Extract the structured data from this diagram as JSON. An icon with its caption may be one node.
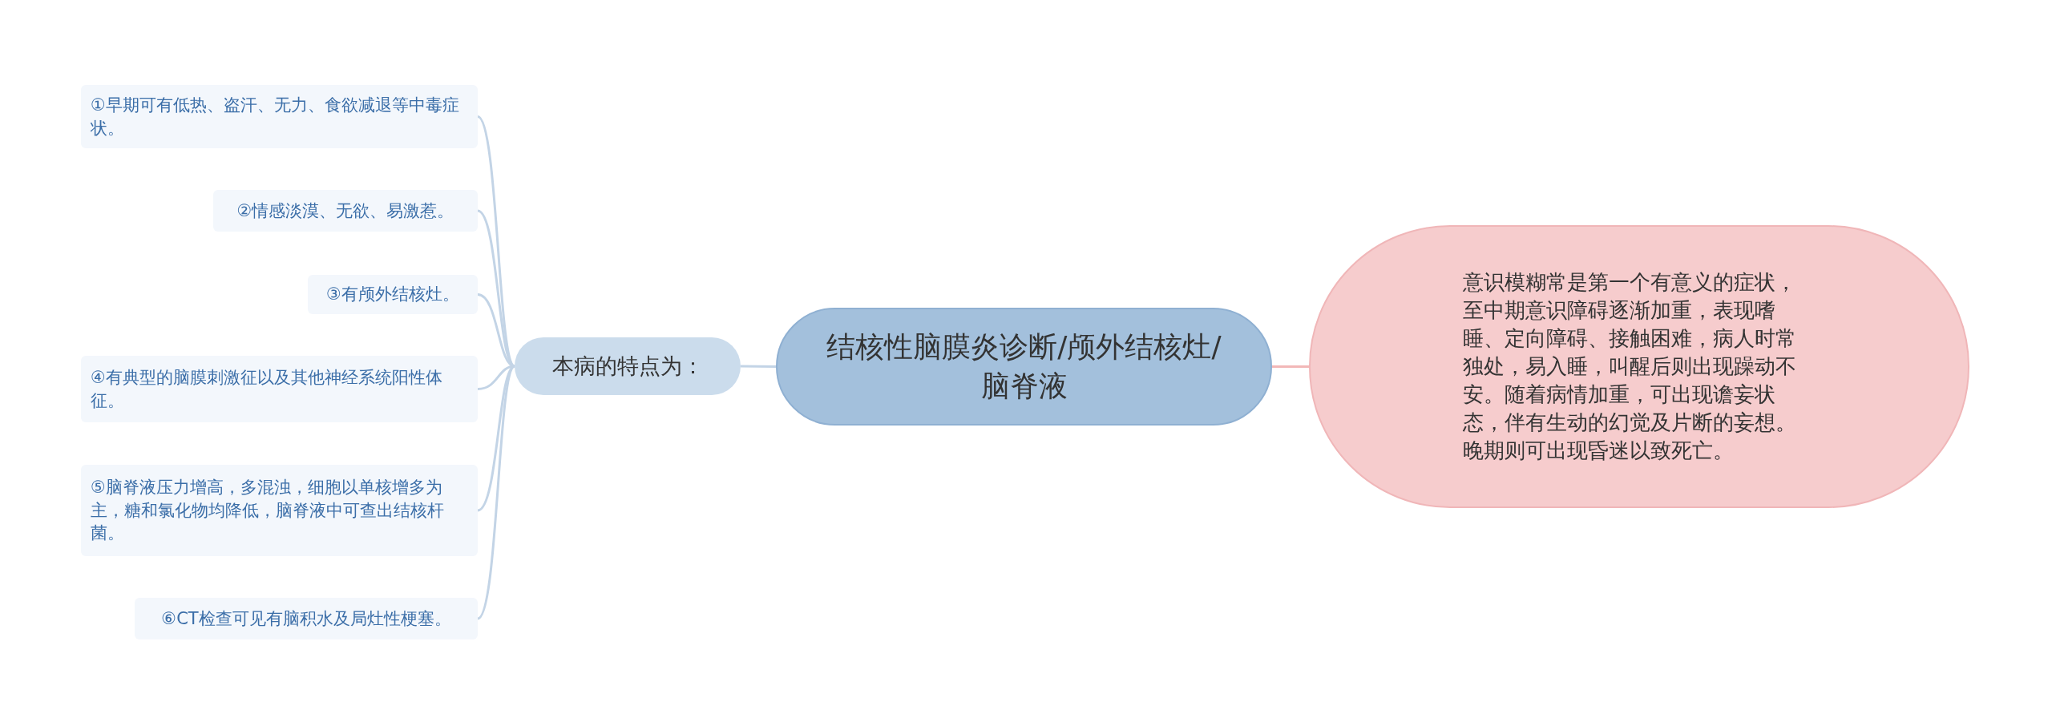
{
  "diagram": {
    "nodes": [
      {
        "text": [
          "结核性脑膜炎诊断/颅外结核灶/脑脊液"
        ]
      },
      {
        "text": [
          "本病的特点为："
        ]
      },
      {
        "text": [
          "①早期可有低热、盗汗、无力、食欲减退等中毒症状。"
        ]
      },
      {
        "text": [
          "②情感淡漠、无欲、易激惹。"
        ]
      },
      {
        "text": [
          "③有颅外结核灶。"
        ]
      },
      {
        "text": [
          "④有典型的脑膜刺激征以及其他神经系统阳性体征。"
        ]
      },
      {
        "text": [
          "⑤脑脊液压力增高，多混浊，细胞以单核增多为主，糖和氯化物均降低，脑脊液中可查出结核杆菌。"
        ]
      },
      {
        "text": [
          "⑥CT检查可见有脑积水及局灶性梗塞。"
        ]
      },
      {
        "text": [
          "意识模糊常是第一个有意义的症状，至中期意识障碍逐渐加重，表现嗜睡、定向障碍、接触困难，病人时常独处，易入睡，叫醒后则出现躁动不安。随着病情加重，可出现谵妄状态，伴有生动的幻觉及片断的妄想。晚期则可出现昏迷以致死亡。"
        ]
      }
    ],
    "edges": [
      {
        "from": 0,
        "to": 1,
        "arrow": "none"
      },
      {
        "from": 1,
        "to": 2,
        "arrow": "none"
      },
      {
        "from": 1,
        "to": 3,
        "arrow": "none"
      },
      {
        "from": 1,
        "to": 4,
        "arrow": "none"
      },
      {
        "from": 1,
        "to": 5,
        "arrow": "none"
      },
      {
        "from": 1,
        "to": 6,
        "arrow": "none"
      },
      {
        "from": 1,
        "to": 7,
        "arrow": "none"
      },
      {
        "from": 0,
        "to": 8,
        "arrow": "none",
        "color": "#f2b8b8"
      }
    ]
  }
}
